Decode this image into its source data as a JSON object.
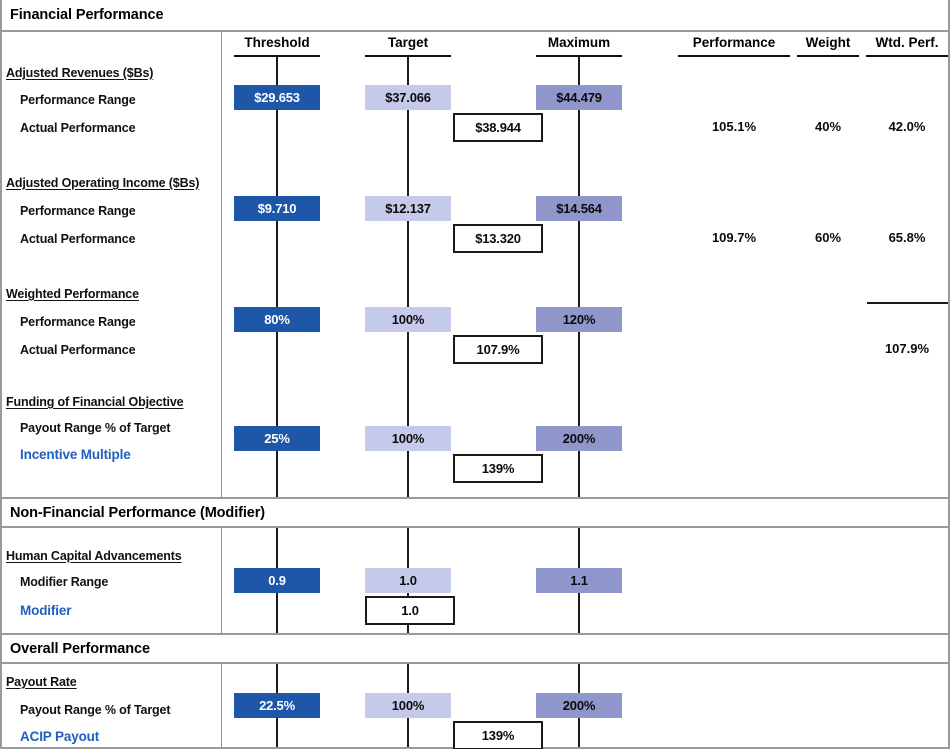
{
  "columns": {
    "scale_headers": [
      "Threshold",
      "Target",
      "Maximum"
    ],
    "metric_headers": [
      "Performance",
      "Weight",
      "Wtd. Perf."
    ]
  },
  "sections": [
    {
      "id": "financial-performance",
      "title": "Financial Performance",
      "groups": [
        {
          "id": "adjusted-revenues",
          "title": "Adjusted Revenues ($Bs)",
          "range_label": "Performance Range",
          "actual_label": "Actual Performance",
          "threshold": "$29.653",
          "target": "$37.066",
          "maximum": "$44.479",
          "actual": "$38.944",
          "performance": "105.1%",
          "weight": "40%",
          "wtd_perf": "42.0%"
        },
        {
          "id": "adjusted-operating-income",
          "title": "Adjusted Operating Income ($Bs)",
          "range_label": "Performance Range",
          "actual_label": "Actual Performance",
          "threshold": "$9.710",
          "target": "$12.137",
          "maximum": "$14.564",
          "actual": "$13.320",
          "performance": "109.7%",
          "weight": "60%",
          "wtd_perf": "65.8%"
        },
        {
          "id": "weighted-performance",
          "title": "Weighted Performance",
          "range_label": "Performance Range",
          "actual_label": "Actual Performance",
          "threshold": "80%",
          "target": "100%",
          "maximum": "120%",
          "actual": "107.9%",
          "performance": "",
          "weight": "",
          "wtd_perf": "107.9%"
        },
        {
          "id": "funding-of-financial-objective",
          "title": "Funding of Financial Objective",
          "range_label": "Payout Range % of Target",
          "actual_label": "Incentive Multiple",
          "threshold": "25%",
          "target": "100%",
          "maximum": "200%",
          "actual": "139%",
          "performance": "",
          "weight": "",
          "wtd_perf": ""
        }
      ]
    },
    {
      "id": "non-financial-performance",
      "title": "Non-Financial Performance (Modifier)",
      "groups": [
        {
          "id": "human-capital-advancements",
          "title": "Human Capital Advancements",
          "range_label": "Modifier Range",
          "actual_label": "Modifier",
          "threshold": "0.9",
          "target": "1.0",
          "maximum": "1.1",
          "actual": "1.0",
          "performance": "",
          "weight": "",
          "wtd_perf": ""
        }
      ]
    },
    {
      "id": "overall-performance",
      "title": "Overall Performance",
      "groups": [
        {
          "id": "payout-rate",
          "title": "Payout Rate",
          "range_label": "Payout Range % of Target",
          "actual_label": "ACIP Payout",
          "threshold": "22.5%",
          "target": "100%",
          "maximum": "200%",
          "actual": "139%",
          "performance": "",
          "weight": "",
          "wtd_perf": ""
        }
      ]
    }
  ],
  "colors": {
    "threshold_bar": "#1F57A8",
    "target_bar": "#C5CAEA",
    "maximum_bar": "#8E96CC",
    "accent_text": "#1F5FBF",
    "frame": "#9A9A9A"
  }
}
